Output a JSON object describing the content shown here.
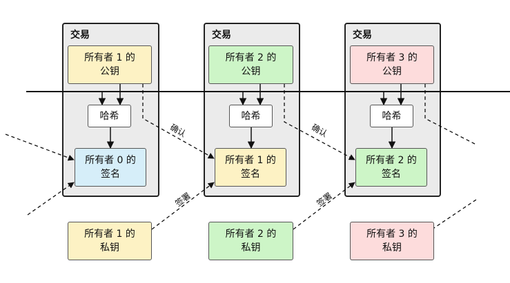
{
  "transactions": [
    {
      "title": "交易",
      "pubkey_line1": "所有者 1 的",
      "pubkey_line2": "公钥",
      "hash": "哈希",
      "sig_line1": "所有者 0 的",
      "sig_line2": "签名"
    },
    {
      "title": "交易",
      "pubkey_line1": "所有者 2 的",
      "pubkey_line2": "公钥",
      "hash": "哈希",
      "sig_line1": "所有者 1 的",
      "sig_line2": "签名"
    },
    {
      "title": "交易",
      "pubkey_line1": "所有者 3 的",
      "pubkey_line2": "公钥",
      "hash": "哈希",
      "sig_line1": "所有者 2 的",
      "sig_line2": "签名"
    }
  ],
  "private_keys": [
    {
      "line1": "所有者 1 的",
      "line2": "私钥"
    },
    {
      "line1": "所有者 2 的",
      "line2": "私钥"
    },
    {
      "line1": "所有者 3 的",
      "line2": "私钥"
    }
  ],
  "edge_labels": {
    "verify": "确认",
    "sign": "签署"
  },
  "colors": {
    "yellow": "#fdf2c4",
    "green": "#cdf5c7",
    "pink": "#fddcdc",
    "blue": "#d6eef9",
    "frame": "#ebebeb"
  }
}
